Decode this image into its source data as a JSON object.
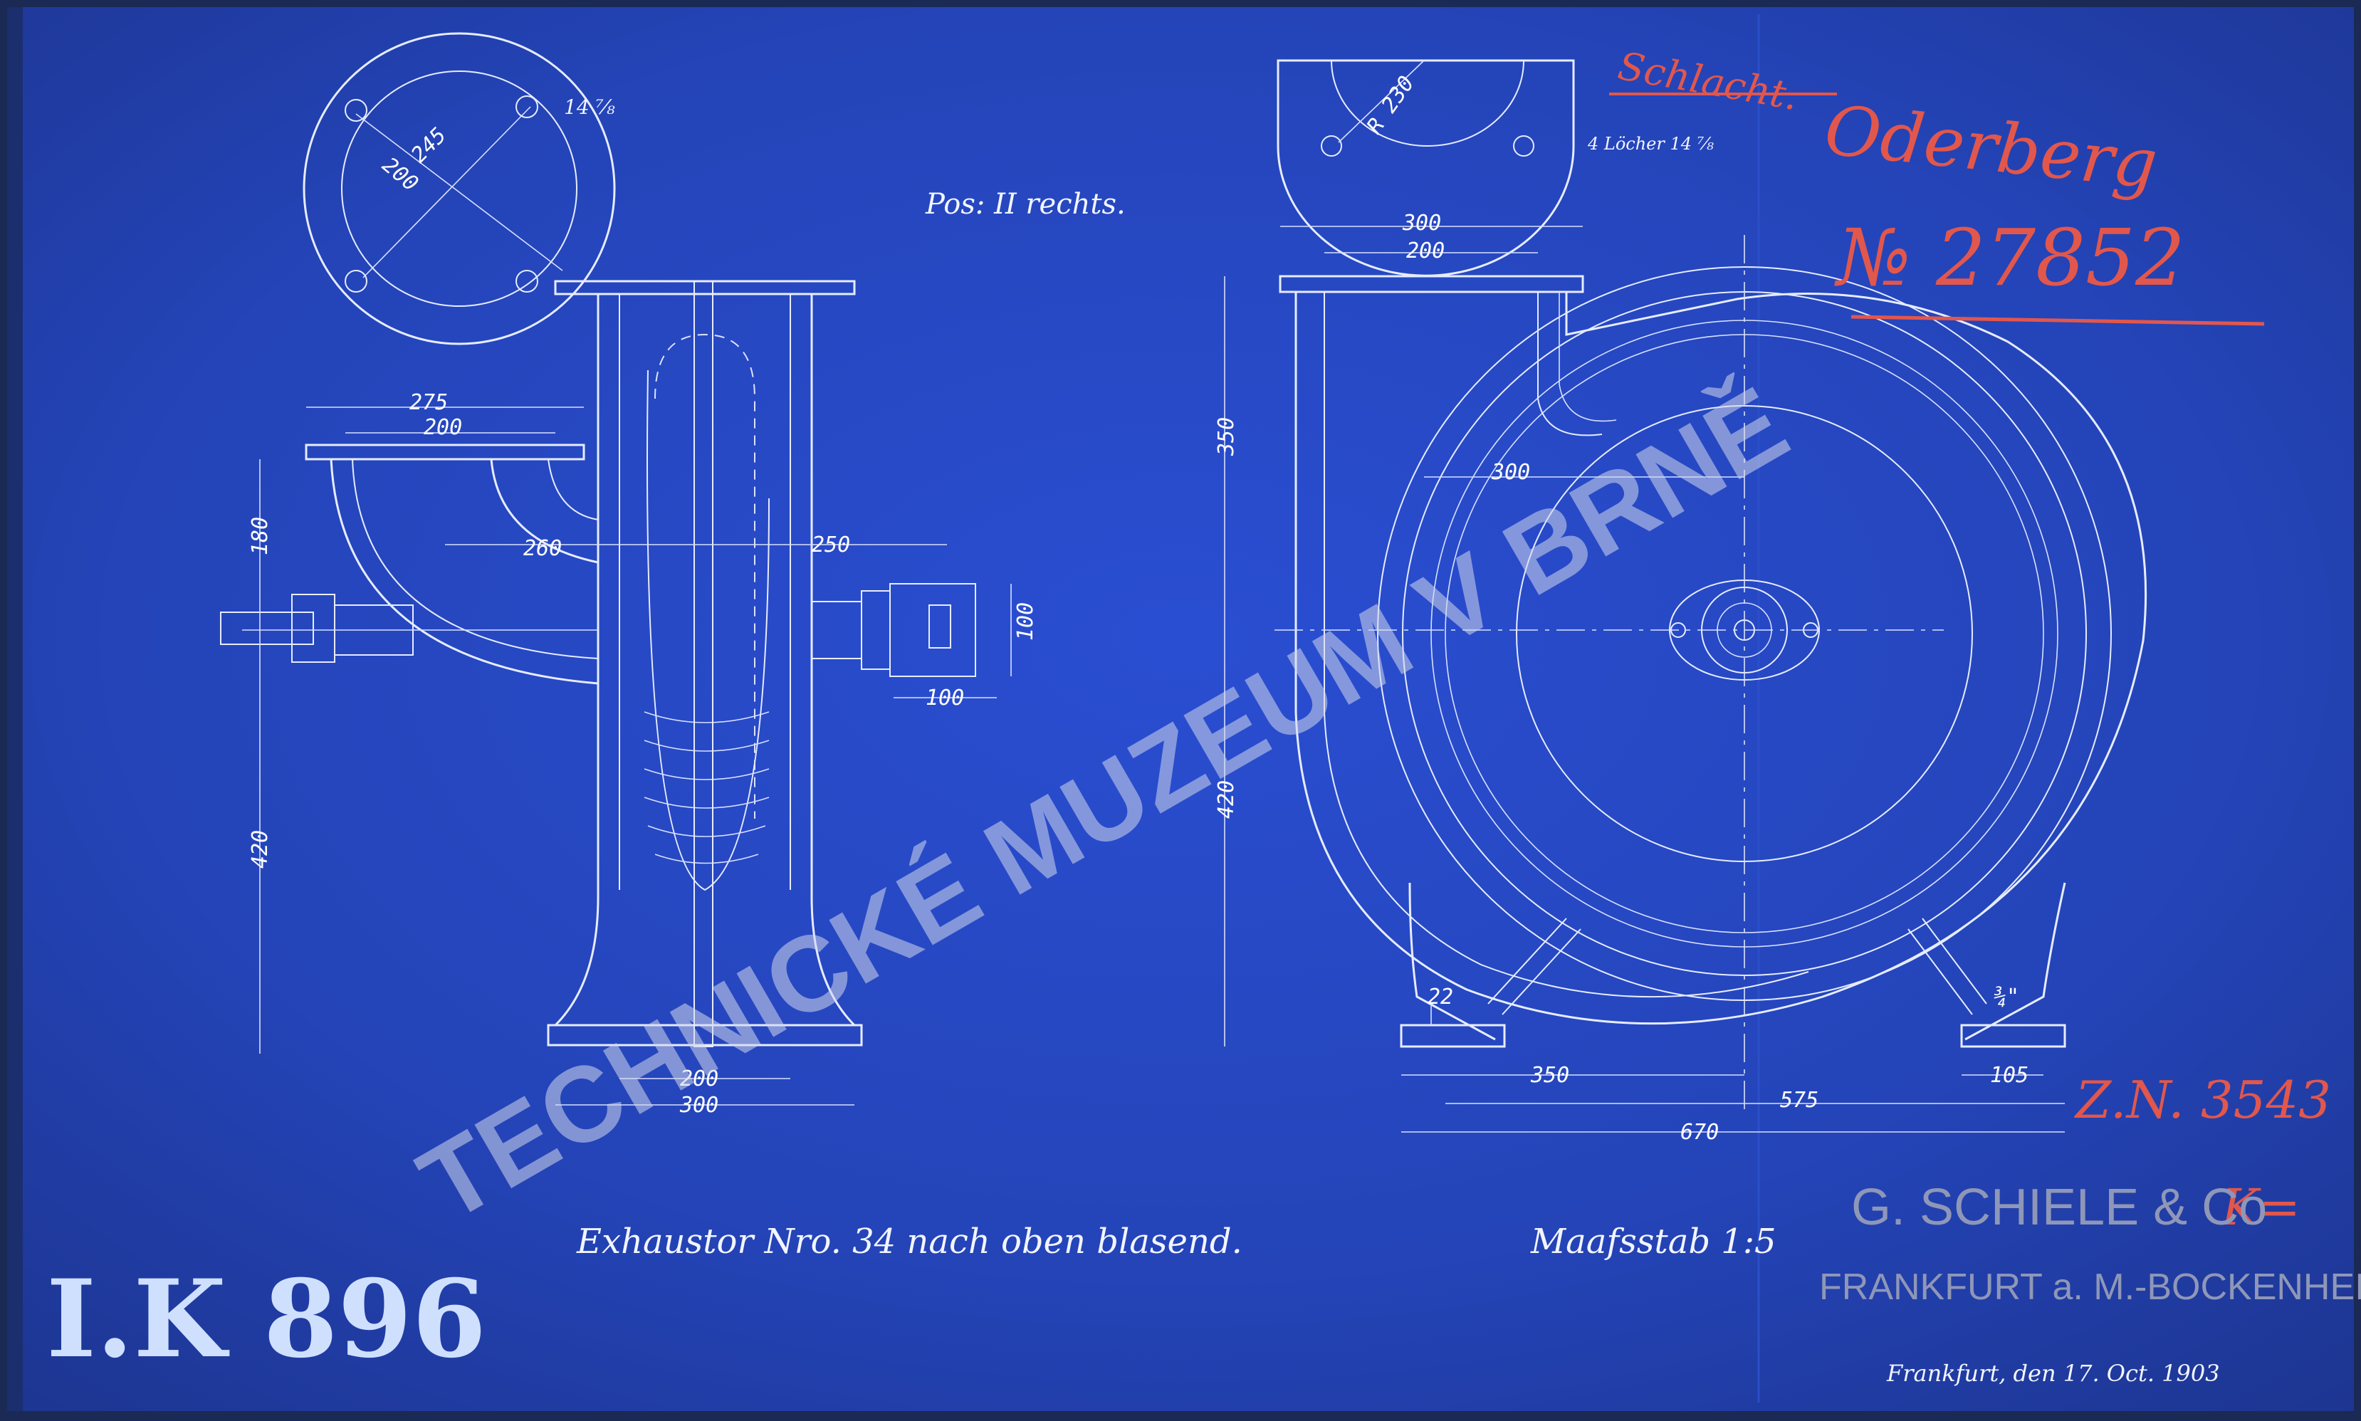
{
  "drawing": {
    "position_note": "Pos: II rechts.",
    "title": "Exhaustor Nro. 34 nach oben blasend.",
    "scale": "Maafsstab 1:5",
    "inventory_stencil": "I.K 896",
    "date_line": "Frankfurt, den 17. Oct. 1903",
    "watermark": "TECHNICKÉ MUZEUM V BRNĚ"
  },
  "annotations_red": {
    "line1": "Schlacht.",
    "line2": "Oderberg",
    "order_no": "№ 27852",
    "ref_no": "Z.N. 3543",
    "mark": "K=",
    "color": "#e2574c"
  },
  "stamp": {
    "line1": "G. SCHIELE & Co",
    "line2": "FRANKFURT a. M.-BOCKENHEIM."
  },
  "flange_view": {
    "dims": [
      "200",
      "245"
    ],
    "holes": "14 ⅞"
  },
  "side_view": {
    "dims": [
      "275",
      "200",
      "180",
      "260",
      "250",
      "100",
      "100",
      "420",
      "200",
      "300"
    ]
  },
  "front_view": {
    "top_dims": [
      "300",
      "200"
    ],
    "radius": "R 230",
    "holes": "4 Löcher 14 ⅞",
    "dims": [
      "350",
      "420",
      "300",
      "22",
      "¾\"",
      "350",
      "575",
      "105",
      "670"
    ]
  },
  "colors": {
    "paper": "#1a2a55",
    "lines": "#e6ecff"
  }
}
